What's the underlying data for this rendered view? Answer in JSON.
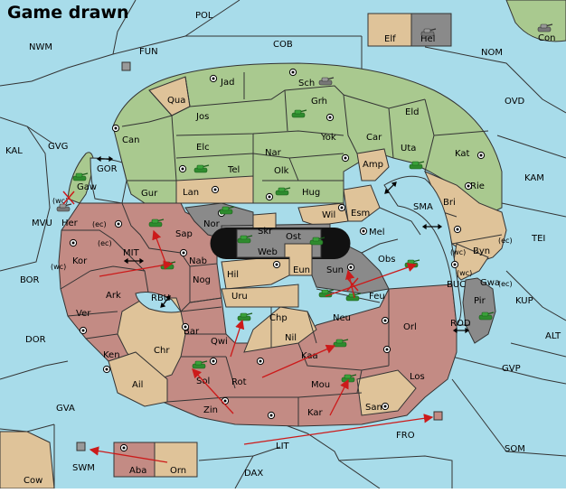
{
  "title": "Game drawn",
  "colors": {
    "sea": "#a8dcea",
    "green": "#a9c98f",
    "tan": "#dfc399",
    "red": "#c38b84",
    "gray": "#8a8a8a",
    "unit": "#2e8b2e",
    "arrow": "#cc1a1a"
  },
  "labels": {
    "POL": "POL",
    "NWM": "NWM",
    "FUN": "FUN",
    "COB": "COB",
    "NOM": "NOM",
    "Con": "Con",
    "Elf": "Elf",
    "Hel": "Hel",
    "OVD": "OVD",
    "KAL": "KAL",
    "GVG": "GVG",
    "KAM": "KAM",
    "GOR": "GOR",
    "MVU": "MVU",
    "SMA": "SMA",
    "TEI": "TEI",
    "MIT": "MIT",
    "BOR": "BOR",
    "RBU": "RBU",
    "BUC": "BUC",
    "KUP": "KUP",
    "DOR": "DOR",
    "ROD": "ROD",
    "ALT": "ALT",
    "GVP": "GVP",
    "GVA": "GVA",
    "FRO": "FRO",
    "LIT": "LIT",
    "SOM": "SOM",
    "SWM": "SWM",
    "DAX": "DAX",
    "Cow": "Cow",
    "Aba": "Aba",
    "Orn": "Orn",
    "Jad": "Jad",
    "Sch": "Sch",
    "Qua": "Qua",
    "Grh": "Grh",
    "Jos": "Jos",
    "Eld": "Eld",
    "Can": "Can",
    "Yok": "Yok",
    "Car": "Car",
    "Elc": "Elc",
    "Nar": "Nar",
    "Uta": "Uta",
    "Kat": "Kat",
    "Tel": "Tel",
    "Olk": "Olk",
    "Amp": "Amp",
    "Gaw": "Gaw",
    "Gur": "Gur",
    "Lan": "Lan",
    "Hug": "Hug",
    "Rie": "Rie",
    "Bri": "Bri",
    "Wil": "Wil",
    "Esm": "Esm",
    "Her": "Her",
    "Nor": "Nor",
    "Skr": "Skr",
    "Ost": "Ost",
    "Sap": "Sap",
    "Web": "Web",
    "Mel": "Mel",
    "Byn": "Byn",
    "Kor": "Kor",
    "Nab": "Nab",
    "Eun": "Eun",
    "Sun": "Sun",
    "Obs": "Obs",
    "Hil": "Hil",
    "Nog": "Nog",
    "Gwa": "Gwa",
    "Ark": "Ark",
    "Uru": "Uru",
    "Feu": "Feu",
    "Pir": "Pir",
    "Ver": "Ver",
    "Chp": "Chp",
    "Neu": "Neu",
    "Bar": "Bar",
    "Qwi": "Qwi",
    "Nil": "Nil",
    "Orl": "Orl",
    "Ken": "Ken",
    "Chr": "Chr",
    "Kaa": "Kaa",
    "Sol": "Sol",
    "Rot": "Rot",
    "Ail": "Ail",
    "Mou": "Mou",
    "Los": "Los",
    "Zin": "Zin",
    "Kar": "Kar",
    "Sam": "Sam",
    "wc": "(wc)",
    "ec": "(ec)"
  }
}
